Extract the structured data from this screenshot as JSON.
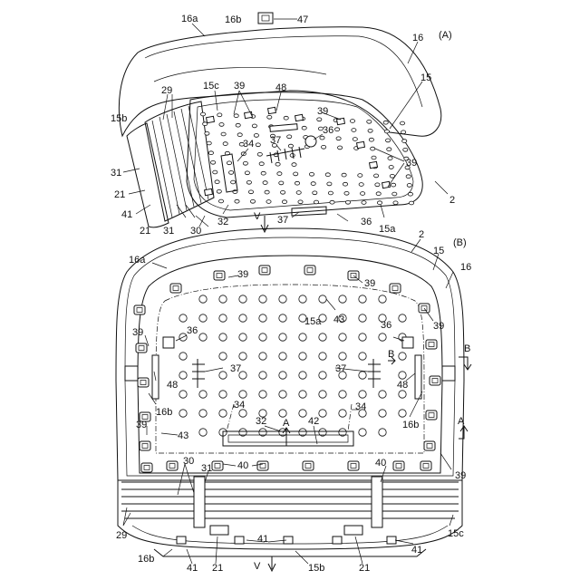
{
  "figure": {
    "view_a": "(A)",
    "view_b": "(B)"
  },
  "labels_a": {
    "l16a": "16a",
    "l16b": "16b",
    "l47": "47",
    "l16": "16",
    "l15": "15",
    "l29": "29",
    "l15c": "15c",
    "l39a": "39",
    "l48": "48",
    "l39b": "39",
    "l15b": "15b",
    "l34": "34",
    "l37": "37",
    "l36": "36",
    "l39c": "39",
    "l31a": "31",
    "l21a": "21",
    "l41": "41",
    "l21b": "21",
    "l31b": "31",
    "l30": "30",
    "l32": "32",
    "lV": "V",
    "l37b": "37",
    "l36b": "36",
    "l15a": "15a",
    "l2": "2"
  },
  "labels_b": {
    "l2": "2",
    "l15": "15",
    "l16": "16",
    "l16a": "16a",
    "l39a": "39",
    "l39b": "39",
    "l39c": "39",
    "l39d": "39",
    "l39e": "39",
    "l43a": "43",
    "l15a": "15a",
    "l36a": "36",
    "l36b": "36",
    "lB1": "B",
    "lB2": "B",
    "l37a": "37",
    "l37b": "37",
    "l48a": "48",
    "l48b": "48",
    "l16b1": "16b",
    "l16b2": "16b",
    "l34a": "34",
    "l34b": "34",
    "l32": "32",
    "lA1": "A",
    "l42": "42",
    "lA2": "A",
    "l43b": "43",
    "l30": "30",
    "l31": "31",
    "l40a": "40",
    "l40b": "40",
    "l29": "29",
    "l15c": "15c",
    "l16b3": "16b",
    "l41a": "41",
    "l21a": "21",
    "l41b": "41",
    "lV": "V",
    "l15b": "15b",
    "l21b": "21",
    "l41c": "41"
  }
}
